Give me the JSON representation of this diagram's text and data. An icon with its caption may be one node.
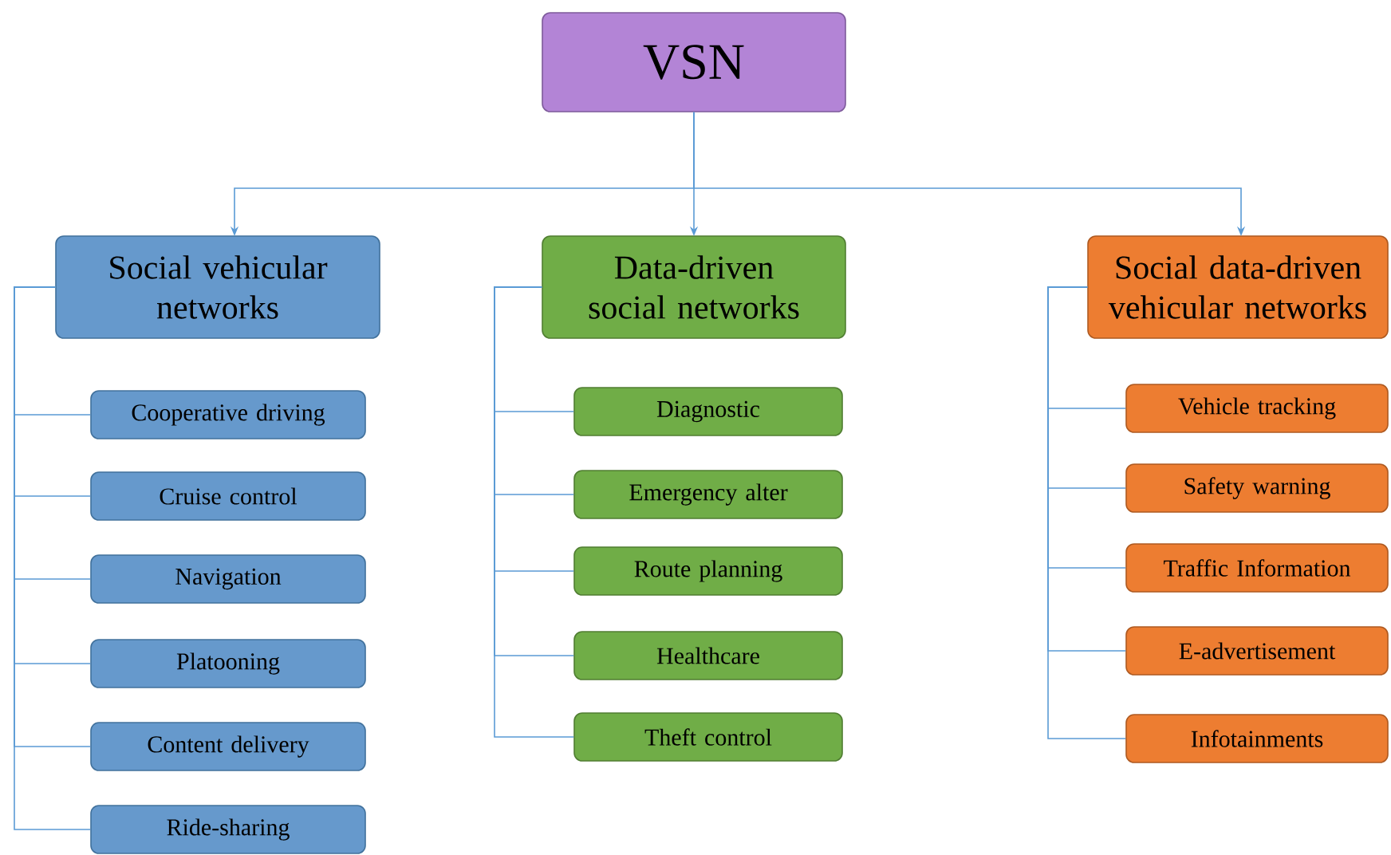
{
  "diagram": {
    "nodes": [
      {
        "text": [
          "VSN"
        ]
      },
      {
        "text": [
          "Social vehicular networks"
        ]
      },
      {
        "text": [
          "Data-driven social networks"
        ]
      },
      {
        "text": [
          "Social data-driven vehicular networks"
        ]
      },
      {
        "text": [
          "Cooperative driving"
        ]
      },
      {
        "text": [
          "Cruise control"
        ]
      },
      {
        "text": [
          "Navigation"
        ]
      },
      {
        "text": [
          "Platooning"
        ]
      },
      {
        "text": [
          "Content delivery"
        ]
      },
      {
        "text": [
          "Ride-sharing"
        ]
      },
      {
        "text": [
          "Diagnostic"
        ]
      },
      {
        "text": [
          "Emergency alter"
        ]
      },
      {
        "text": [
          "Route planning"
        ]
      },
      {
        "text": [
          "Healthcare"
        ]
      },
      {
        "text": [
          "Theft control"
        ]
      },
      {
        "text": [
          "Vehicle tracking"
        ]
      },
      {
        "text": [
          "Safety warning"
        ]
      },
      {
        "text": [
          "Traffic Information"
        ]
      },
      {
        "text": [
          "E-advertisement"
        ]
      },
      {
        "text": [
          "Infotainments"
        ]
      }
    ],
    "edges": [
      {
        "from": 0,
        "to": 1,
        "arrow": "to"
      },
      {
        "from": 0,
        "to": 2,
        "arrow": "to"
      },
      {
        "from": 0,
        "to": 3,
        "arrow": "to"
      },
      {
        "from": 1,
        "to": 4,
        "arrow": "none"
      },
      {
        "from": 1,
        "to": 5,
        "arrow": "none"
      },
      {
        "from": 1,
        "to": 6,
        "arrow": "none"
      },
      {
        "from": 1,
        "to": 7,
        "arrow": "none"
      },
      {
        "from": 1,
        "to": 8,
        "arrow": "none"
      },
      {
        "from": 1,
        "to": 9,
        "arrow": "none"
      },
      {
        "from": 2,
        "to": 10,
        "arrow": "none"
      },
      {
        "from": 2,
        "to": 11,
        "arrow": "none"
      },
      {
        "from": 2,
        "to": 12,
        "arrow": "none"
      },
      {
        "from": 2,
        "to": 13,
        "arrow": "none"
      },
      {
        "from": 2,
        "to": 14,
        "arrow": "none"
      },
      {
        "from": 3,
        "to": 15,
        "arrow": "none"
      },
      {
        "from": 3,
        "to": 16,
        "arrow": "none"
      },
      {
        "from": 3,
        "to": 17,
        "arrow": "none"
      },
      {
        "from": 3,
        "to": 18,
        "arrow": "none"
      },
      {
        "from": 3,
        "to": 19,
        "arrow": "none"
      }
    ]
  }
}
